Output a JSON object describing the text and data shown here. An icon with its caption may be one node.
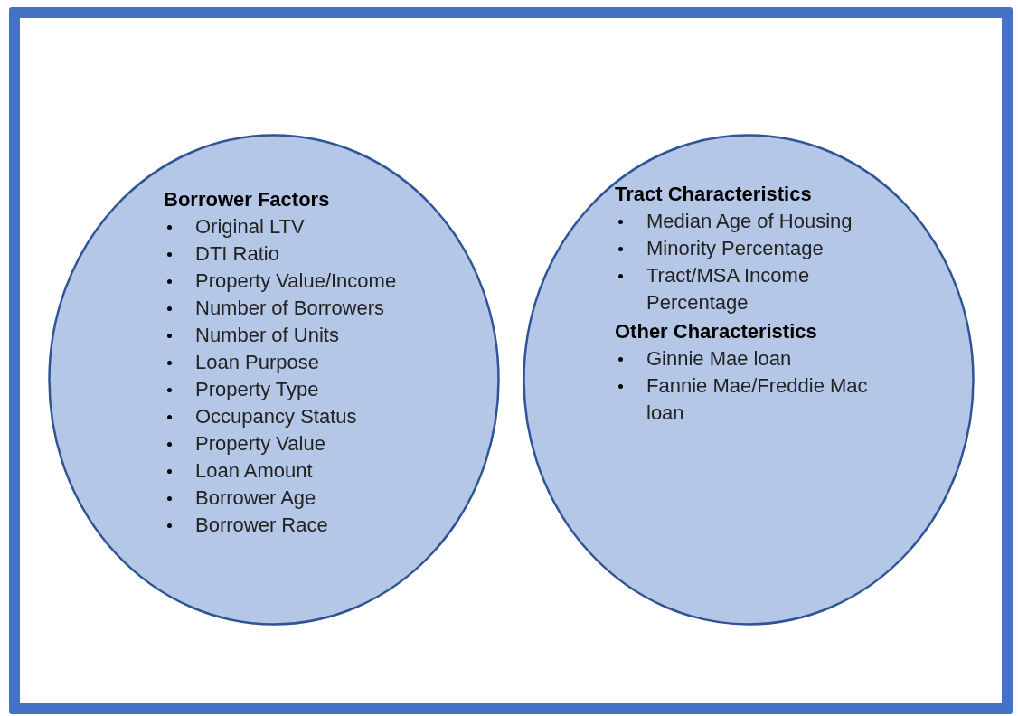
{
  "diagram": {
    "nodes": [
      {
        "text": [],
        "shape": "ellipse"
      },
      {
        "text": [
          "Borrower Factors",
          "Original LTV",
          "DTI Ratio",
          "Property Value/Income",
          "Number of Borrowers",
          "Number of Units",
          "Loan Purpose",
          "Property Type",
          "Occupancy Status",
          "Property Value",
          "Loan Amount",
          "Borrower Age",
          "Borrower Race"
        ],
        "in": 0
      },
      {
        "text": [],
        "shape": "ellipse"
      },
      {
        "text": [
          "Tract Characteristics",
          "Median Age of Housing",
          "Minority Percentage",
          "Tract/MSA Income Percentage"
        ],
        "in": 2
      },
      {
        "text": [
          "Other Characteristics",
          "Ginnie Mae loan",
          "Fannie Mae/Freddie Mac loan"
        ],
        "in": 2
      }
    ]
  }
}
